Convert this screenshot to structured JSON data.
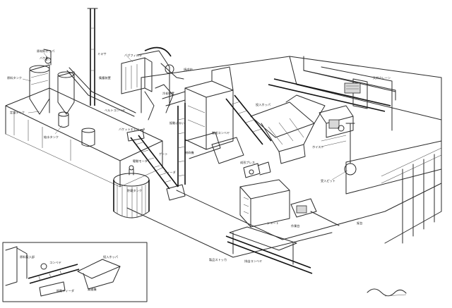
{
  "drawing": {
    "callouts": {
      "raw_hopper": "原材料ホッパ",
      "silo": "原料タンク",
      "bucket": "バケツ",
      "small_tank": "定量タンク",
      "supply_tank": "給水タンク",
      "mixer_top": "ミキサ",
      "dust": "集塵装置",
      "bag_filter": "バグフィルタ",
      "conveyor_a": "ベルトコンベヤ",
      "kiln": "焼成炉",
      "cooler": "冷却装置",
      "elevator": "バケットエレベータ",
      "screen": "振動ふるい",
      "crusher": "粉砕機",
      "hopper2": "投入ホッパ",
      "conveyor_b": "搬送コンベヤ",
      "press": "成形プレス",
      "crane": "天井クレーン",
      "pit": "受入ピット",
      "trolley": "ホイスト",
      "base": "架台",
      "chute": "シュート",
      "table": "作業台",
      "stocker": "製品ストッカ",
      "conveyor_c": "排出コンベヤ",
      "tank_big": "貯蔵タンク",
      "motor": "駆動モータ",
      "gate": "ゲート",
      "feeder": "フィーダ",
      "inset_hopper": "原料投入部",
      "inset_bin": "投入ホッパ",
      "inset_conv": "コンベヤ",
      "inset_feeder": "振動フィーダ",
      "inset_motor": "減速機"
    },
    "signature": "Ichi Ingo"
  }
}
